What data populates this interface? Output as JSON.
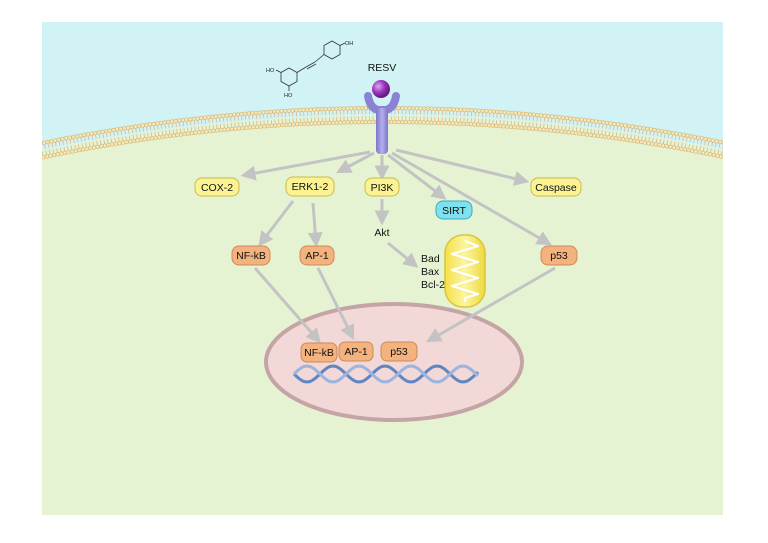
{
  "ligand": {
    "label": "RESV"
  },
  "molecule_labels": [
    "HO",
    "HO",
    "OH"
  ],
  "upper_nodes": {
    "cox2": "COX-2",
    "erk": "ERK1-2",
    "pi3k": "PI3K",
    "sirt": "SIRT",
    "caspase": "Caspase"
  },
  "lower_nodes": {
    "nfkb": "NF-kB",
    "ap1": "AP-1",
    "akt": "Akt",
    "p53": "p53"
  },
  "bcl_family": [
    "Bad",
    "Bax",
    "Bcl-2"
  ],
  "nucleus_nodes": [
    "NF-kB",
    "AP-1",
    "p53"
  ],
  "colors": {
    "extracellular": "#d2f3f5",
    "cytoplasm": "#e6f3d3",
    "nucleus": "#f2d8d6",
    "yellow_node": "#fbf393",
    "orange_node": "#f4b27e",
    "sirt_node": "#7fe0f0",
    "arrow": "#c3c3c3",
    "receptor": "#9b94d6",
    "ligand": "#8d2bb0"
  }
}
